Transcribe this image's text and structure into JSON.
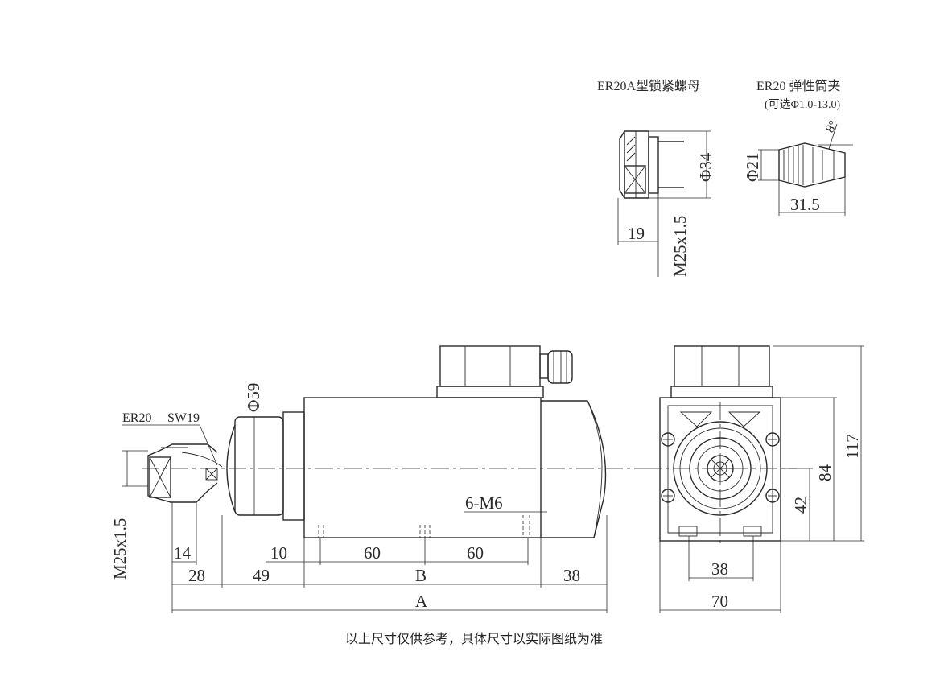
{
  "nut": {
    "title": "ER20A型锁紧螺母",
    "dia": "Φ34",
    "thread": "M25x1.5",
    "length": "19"
  },
  "collet": {
    "title": "ER20  弹性筒夹",
    "range": "(可选Φ1.0-13.0)",
    "dia": "Φ21",
    "length": "31.5",
    "angle": "8°"
  },
  "side_view": {
    "label_er20": "ER20",
    "label_sw": "SW19",
    "dia_body": "Φ59",
    "thread": "M25x1.5",
    "holes": "6-M6",
    "dims": {
      "d14": "14",
      "d10": "10",
      "d60a": "60",
      "d60b": "60",
      "d28": "28",
      "d49": "49",
      "dB": "B",
      "d38": "38",
      "dA": "A"
    }
  },
  "end_view": {
    "h117": "117",
    "h84": "84",
    "h42": "42",
    "w38": "38",
    "w70": "70"
  },
  "note": "以上尺寸仅供参考，具体尺寸以实际图纸为准"
}
